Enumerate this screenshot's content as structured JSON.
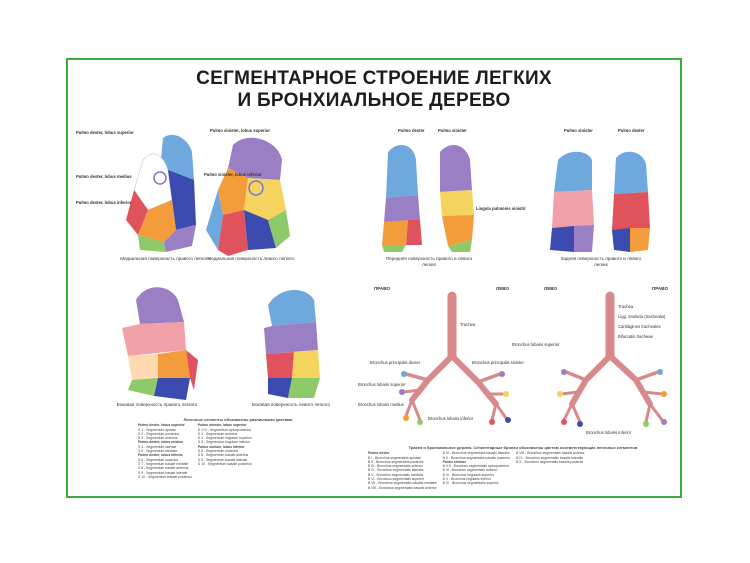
{
  "title": {
    "line1": "СЕГМЕНТАРНОЕ СТРОЕНИЕ ЛЕГКИХ",
    "line2": "И БРОНХИАЛЬНОЕ ДЕРЕВО"
  },
  "row1": {
    "fig1": {
      "labels": {
        "pulmo_dexter_superior": "Pulmo dexter, lobus superior",
        "pulmo_dexter_medius": "Pulmo dexter, lobus medius",
        "pulmo_dexter_inferior": "Pulmo dexter, lobus inferior"
      },
      "caption": "Медиальная поверхность правого легкого"
    },
    "fig2": {
      "labels": {
        "pulmo_sinister_superior": "Pulmo sinister, lobus superior",
        "pulmo_sinister_inferior": "Pulmo sinister, lobus inferior"
      },
      "caption": "Медиальная поверхность левого легкого"
    },
    "fig3": {
      "labels": {
        "pulmo_dexter": "Pulmo dexter",
        "pulmo_sinister": "Pulmo sinister",
        "lingula": "Lingula pulmonis sinistri"
      },
      "caption": "Передняя поверхность правого и левого легких"
    },
    "fig4": {
      "labels": {
        "pulmo_sinister": "Pulmo sinister",
        "pulmo_dexter": "Pulmo dexter"
      },
      "caption": "Задняя поверхность правого и левого легких"
    }
  },
  "row2": {
    "fig5": {
      "caption": "Боковая поверхность правого легкого"
    },
    "fig6": {
      "caption": "Боковая поверхность левого легкого"
    },
    "tree_left": {
      "right_label": "ПРАВО",
      "left_label": "ЛЕВО",
      "labels": {
        "trachea": "Trachea",
        "bronchus_dexter": "Bronchus principalis dexter",
        "bronchus_sinister": "Bronchus principalis sinister",
        "bronchus_lobaris_sup": "Bronchus lobaris superior",
        "bronchus_lobaris_med": "Bronchus lobaris medius",
        "bronchus_lobaris_inf": "Bronchus lobaris inferior"
      }
    },
    "tree_right": {
      "left_label": "ЛЕВО",
      "right_label": "ПРАВО",
      "labels": {
        "trachea": "Trachea",
        "lig_anulare": "Ligg. anularia (trachealia)",
        "cartilagines": "Cartilagines tracheales",
        "bifurcatio": "Bifurcatio tracheae",
        "bronchus_sup": "Bronchus lobaris superior",
        "bronchus_inf": "Bronchus lobaris inferior"
      }
    }
  },
  "legend_left": {
    "title": "Легочные сегменты обозначены различными цветами",
    "col1": [
      {
        "text": "Pulmo dexter, lobus superior",
        "head": true
      },
      {
        "text": "S 1 - Segmentum apicale",
        "head": false
      },
      {
        "text": "S 2 - Segmentum posterius",
        "head": false
      },
      {
        "text": "S 3 - Segmentum anterius",
        "head": false
      },
      {
        "text": "Pulmo dexter, lobus medius",
        "head": true
      },
      {
        "text": "S 4 - Segmentum laterale",
        "head": false
      },
      {
        "text": "S 5 - Segmentum mediale",
        "head": false
      },
      {
        "text": "Pulmo dexter, lobus inferior",
        "head": true
      },
      {
        "text": "S 6 - Segmentum superius",
        "head": false
      },
      {
        "text": "S 7 - Segmentum basale mediale",
        "head": false
      },
      {
        "text": "S 8 - Segmentum basale anterius",
        "head": false
      },
      {
        "text": "S 9 - Segmentum basale laterale",
        "head": false
      },
      {
        "text": "S 10 - Segmentum basale posterius",
        "head": false
      }
    ],
    "col2": [
      {
        "text": "Pulmo sinister, lobus superior",
        "head": true
      },
      {
        "text": "S 1+2 - Segmentum apicoposterius",
        "head": false
      },
      {
        "text": "S 3 - Segmentum anterius",
        "head": false
      },
      {
        "text": "S 4 - Segmentum lingulare superius",
        "head": false
      },
      {
        "text": "S 5 - Segmentum lingulare inferius",
        "head": false
      },
      {
        "text": "Pulmo sinister, lobus inferior",
        "head": true
      },
      {
        "text": "S 6 - Segmentum superius",
        "head": false
      },
      {
        "text": "S 8 - Segmentum basale anterius",
        "head": false
      },
      {
        "text": "S 9 - Segmentum basale laterale",
        "head": false
      },
      {
        "text": "S 10 - Segmentum basale posterius",
        "head": false
      }
    ]
  },
  "legend_right": {
    "title": "Трахея и бронхиальное дерево. Сегментарные бронхи обозначены цветом соответствующих легочных сегментов",
    "col1": [
      {
        "text": "Pulmo dexter",
        "head": true
      },
      {
        "text": "B I - Bronchus segmentalis apicalis",
        "head": false
      },
      {
        "text": "B II - Bronchus segmentalis posterior",
        "head": false
      },
      {
        "text": "B III - Bronchus segmentalis anterior",
        "head": false
      },
      {
        "text": "B IV - Bronchus segmentalis lateralis",
        "head": false
      },
      {
        "text": "B V - Bronchus segmentalis medialis",
        "head": false
      },
      {
        "text": "B VI - Bronchus segmentalis superior",
        "head": false
      },
      {
        "text": "B VII - Bronchus segmentalis basalis medialis",
        "head": false
      },
      {
        "text": "B VIII - Bronchus segmentalis basalis anterior",
        "head": false
      }
    ],
    "col2": [
      {
        "text": "B IX - Bronchus segmentalis basalis lateralis",
        "head": false
      },
      {
        "text": "B X - Bronchus segmentalis basalis posterior",
        "head": false
      },
      {
        "text": "Pulmo sinister",
        "head": true
      },
      {
        "text": "B I+II - Bronchus segmentalis apicoposterior",
        "head": false
      },
      {
        "text": "B III - Bronchus segmentalis anterior",
        "head": false
      },
      {
        "text": "B IV - Bronchus lingularis superior",
        "head": false
      },
      {
        "text": "B V - Bronchus lingularis inferior",
        "head": false
      },
      {
        "text": "B VI - Bronchus segmentalis superior",
        "head": false
      }
    ],
    "col3": [
      {
        "text": "B VIII - Bronchus segmentalis basalis anterior",
        "head": false
      },
      {
        "text": "B IX - Bronchus segmentalis basalis lateralis",
        "head": false
      },
      {
        "text": "B X - Bronchus segmentalis basalis posterior",
        "head": false
      }
    ]
  },
  "colors": {
    "frame": "#3daa3d",
    "apical_blue": "#6fa8dc",
    "violet": "#9b7fc4",
    "pink": "#f2a0a8",
    "orange": "#f39c3c",
    "yellow": "#f4d35e",
    "green": "#8ec96a",
    "navy": "#3b4bb0",
    "red": "#e0525c",
    "bronchus": "#e6a6a6"
  }
}
